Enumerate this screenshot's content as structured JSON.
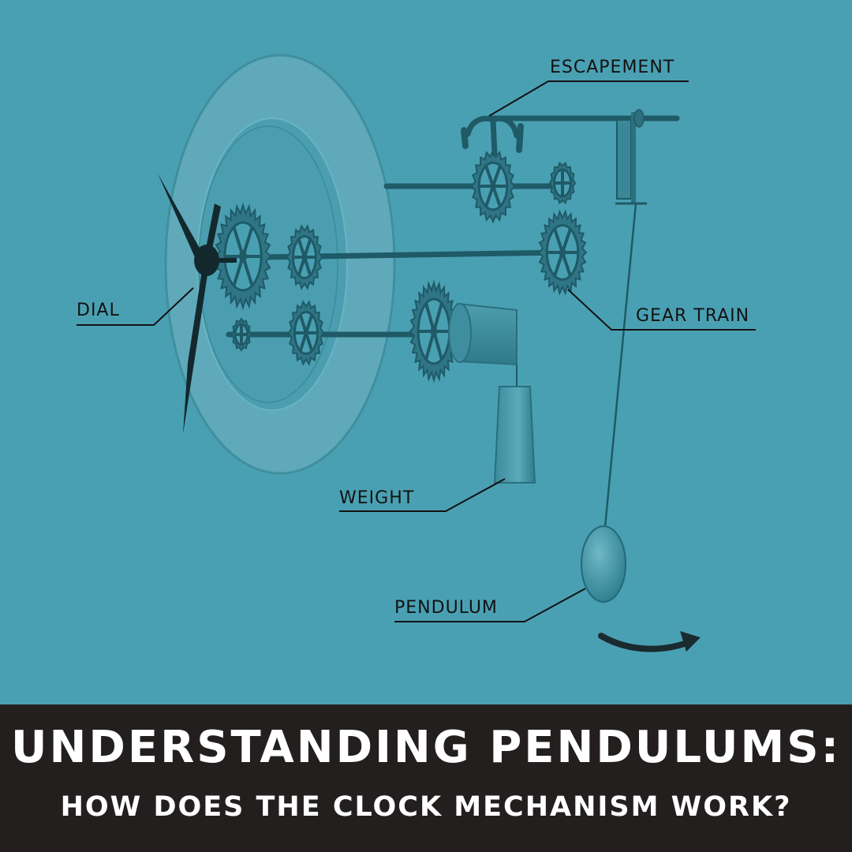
{
  "labels": {
    "escapement": "ESCAPEMENT",
    "dial": "DIAL",
    "gear_train": "GEAR TRAIN",
    "weight": "WEIGHT",
    "pendulum": "PENDULUM"
  },
  "banner": {
    "title": "UNDERSTANDING PENDULUMS:",
    "subtitle": "HOW DOES THE CLOCK MECHANISM WORK?"
  },
  "colors": {
    "background": "#4aa0b3",
    "banner": "#231f1f",
    "ink": "#121212",
    "part": "#2a6f7e"
  }
}
